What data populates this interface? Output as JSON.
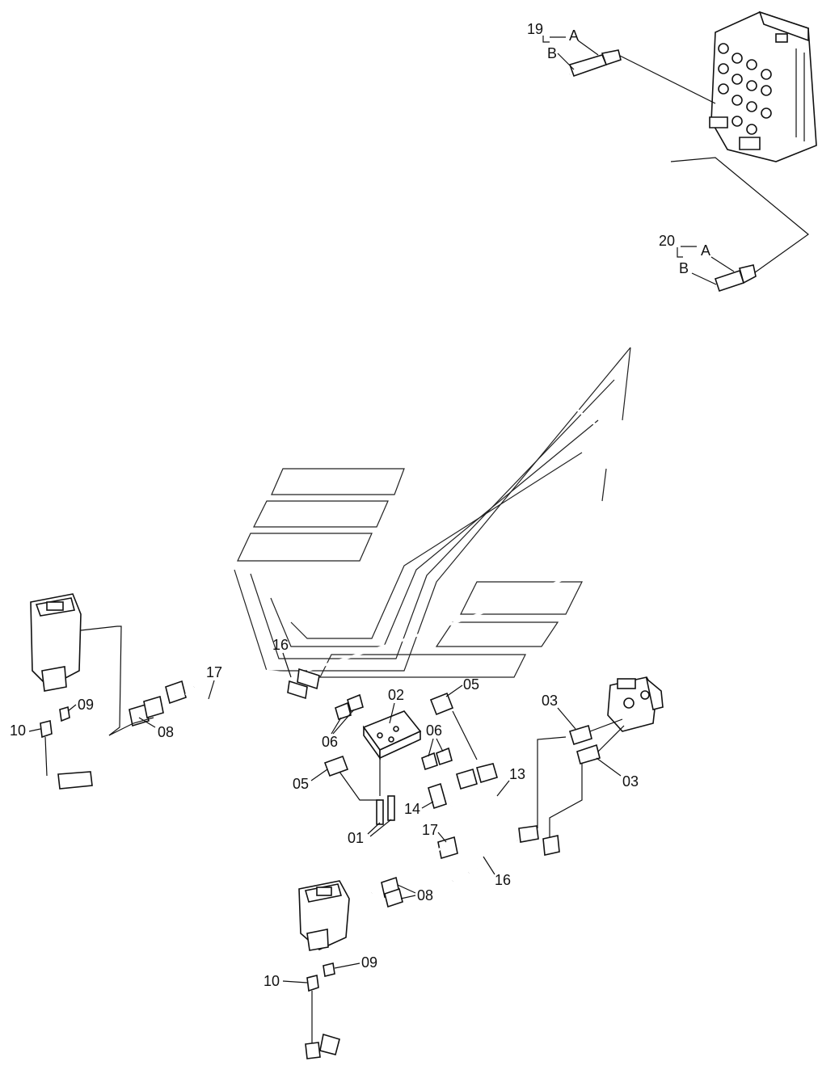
{
  "callouts": {
    "c19": "19",
    "c19a": "A",
    "c19b": "B",
    "c20": "20",
    "c20a": "A",
    "c20b": "B",
    "c16_top": "16",
    "c17_top": "17",
    "c09_left": "09",
    "c10_left": "10",
    "c08_left": "08",
    "c02": "02",
    "c05_top": "05",
    "c06_left": "06",
    "c06_right": "06",
    "c05_left": "05",
    "c03_top": "03",
    "c03_right": "03",
    "c13": "13",
    "c14": "14",
    "c01": "01",
    "c17_bottom": "17",
    "c16_bottom": "16",
    "c08_bottom": "08",
    "c09_bottom": "09",
    "c10_bottom": "10"
  }
}
